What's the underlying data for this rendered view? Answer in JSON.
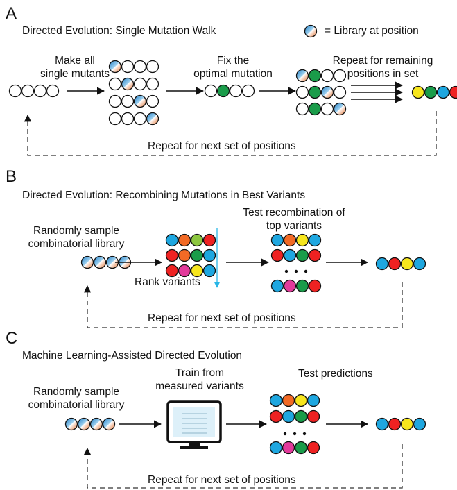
{
  "colors": {
    "blue": "#1ea7e0",
    "red": "#ee2222",
    "orange": "#f26a25",
    "green": "#1a9c4a",
    "yellow": "#f7e61d",
    "lime": "#8cc63f",
    "magenta": "#e23a9b",
    "cyan_arrow": "#29b6e6"
  },
  "panel_a": {
    "letter": "A",
    "title": "Directed Evolution: Single Mutation Walk",
    "legend": "= Library at position",
    "step1": [
      "Make all",
      "single mutants"
    ],
    "step2": [
      "Fix the",
      "optimal mutation"
    ],
    "step3": [
      "Repeat for remaining",
      "positions in set"
    ],
    "loop": "Repeat for next set of positions"
  },
  "panel_b": {
    "letter": "B",
    "title": "Directed Evolution: Recombining Mutations in Best Variants",
    "step1": [
      "Randomly sample",
      "combinatorial library"
    ],
    "rank": "Rank variants",
    "step2": [
      "Test recombination of",
      "top variants"
    ],
    "loop": "Repeat for next set of positions"
  },
  "panel_c": {
    "letter": "C",
    "title": "Machine Learning-Assisted Directed Evolution",
    "step1": [
      "Randomly sample",
      "combinatorial library"
    ],
    "train": [
      "Train from",
      "measured variants"
    ],
    "test": "Test predictions",
    "loop": "Repeat for next set of positions"
  }
}
